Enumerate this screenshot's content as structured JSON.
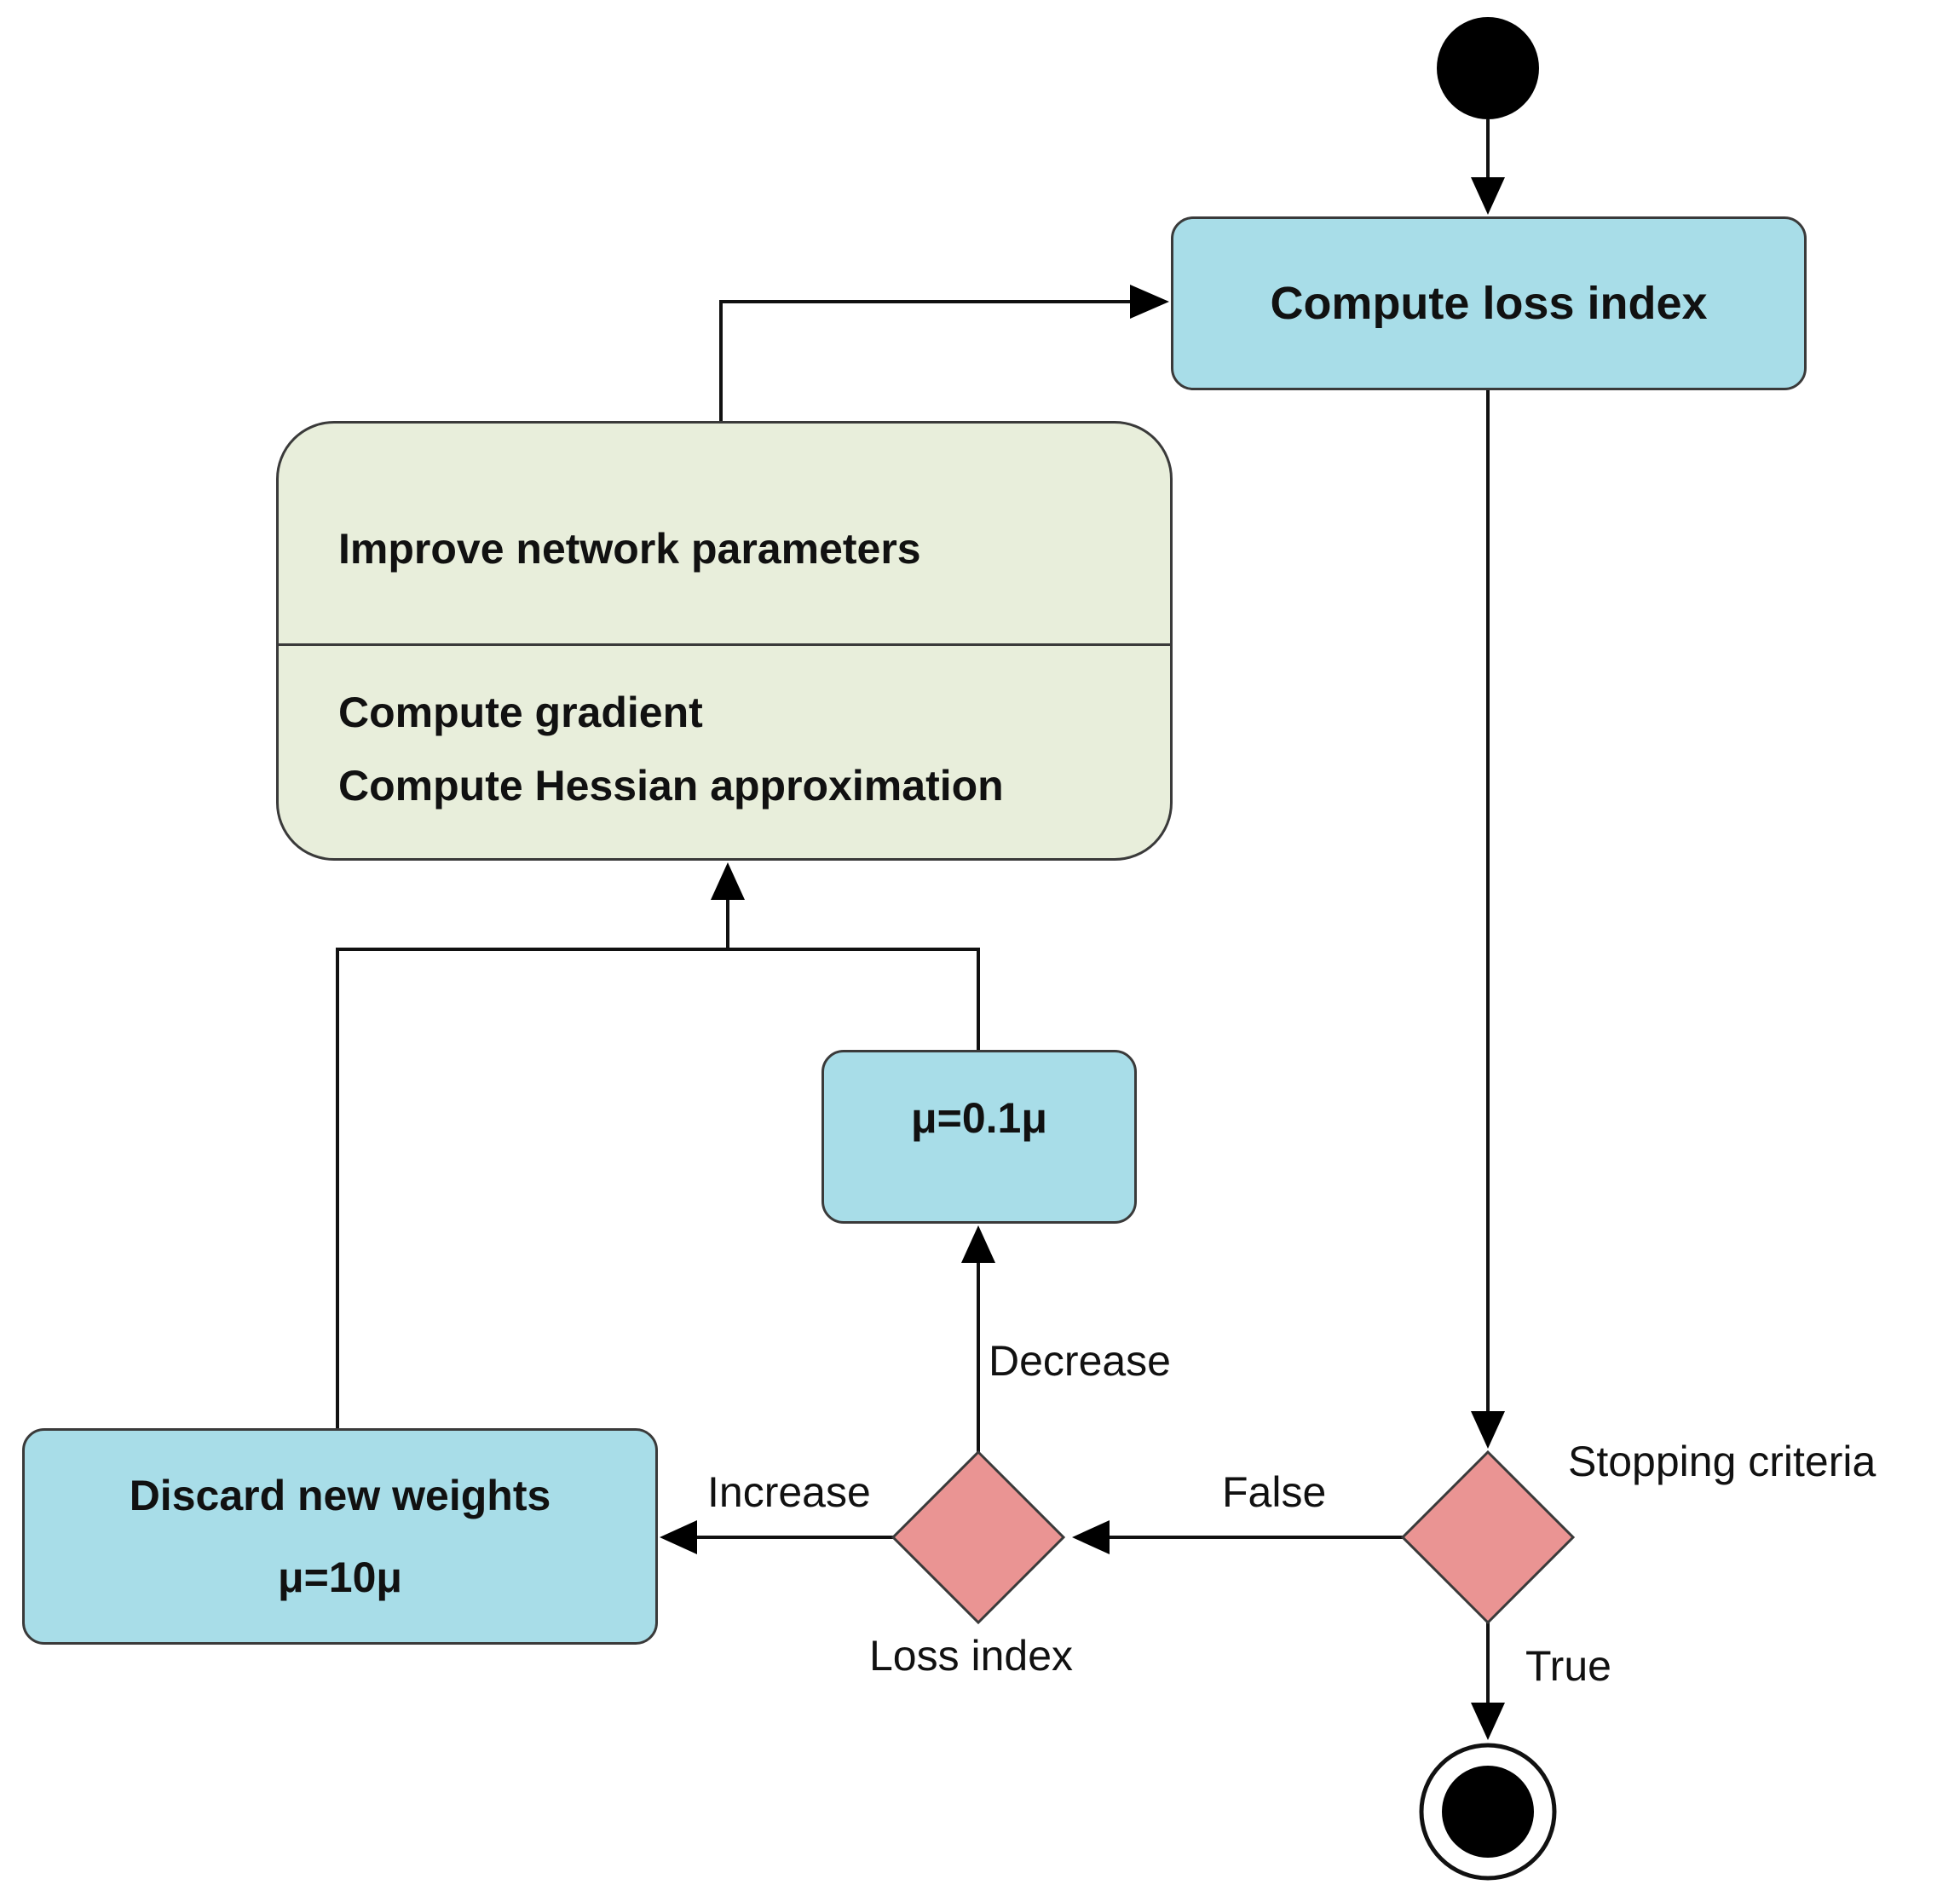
{
  "nodes": {
    "compute_loss_index": "Compute loss index",
    "improve_network": {
      "title": "Improve network parameters",
      "actions": [
        "Compute gradient",
        "Compute Hessian approximation"
      ]
    },
    "mu_decrease": "μ=0.1μ",
    "discard": {
      "line1": "Discard new weights",
      "line2": "μ=10μ"
    },
    "stopping_decision": "Stopping criteria",
    "loss_decision": "Loss index"
  },
  "edge_labels": {
    "false": "False",
    "true": "True",
    "increase": "Increase",
    "decrease": "Decrease"
  },
  "colors": {
    "action_blue": "#a8dde8",
    "composite_green": "#e8eedb",
    "decision_pink": "#ea9493",
    "line": "#111111"
  }
}
